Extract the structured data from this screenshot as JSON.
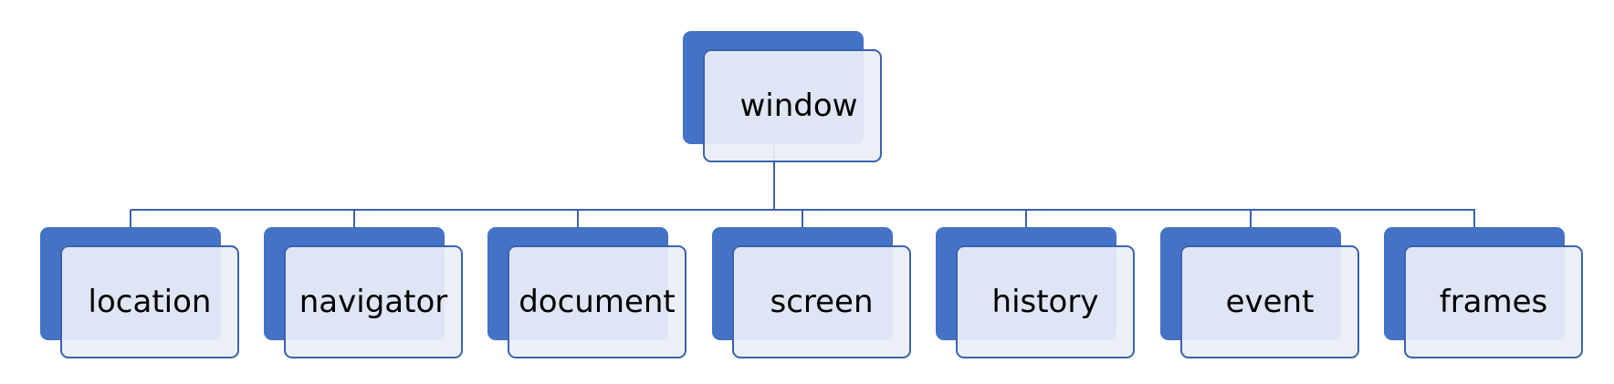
{
  "root": {
    "label": "window"
  },
  "children": [
    {
      "label": "location"
    },
    {
      "label": "navigator"
    },
    {
      "label": "document"
    },
    {
      "label": "screen"
    },
    {
      "label": "history"
    },
    {
      "label": "event"
    },
    {
      "label": "frames"
    }
  ],
  "colors": {
    "box_back": "#4472c4",
    "box_front": "#e9eef7",
    "border": "#3b63ad",
    "connector": "#3b63ad",
    "text": "#000000"
  }
}
